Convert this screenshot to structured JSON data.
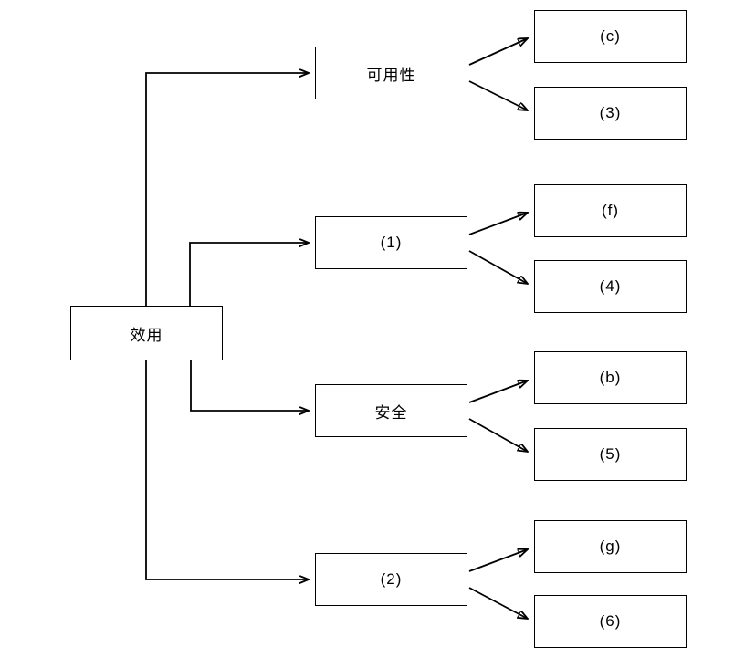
{
  "diagram": {
    "title": "utility-factor-tree",
    "background": "#ffffff",
    "line_color": "#000000",
    "box_border_color": "#000000",
    "text_color": "#000000",
    "root": {
      "label": "效用"
    },
    "level2": [
      {
        "label": "可用性"
      },
      {
        "label": "(1)"
      },
      {
        "label": "安全"
      },
      {
        "label": "(2)"
      }
    ],
    "level3": [
      {
        "label": "(c)"
      },
      {
        "label": "(3)"
      },
      {
        "label": "(f)"
      },
      {
        "label": "(4)"
      },
      {
        "label": "(b)"
      },
      {
        "label": "(5)"
      },
      {
        "label": "(g)"
      },
      {
        "label": "(6)"
      }
    ],
    "edges": [
      {
        "from": "效用",
        "to": "可用性"
      },
      {
        "from": "效用",
        "to": "(1)"
      },
      {
        "from": "效用",
        "to": "安全"
      },
      {
        "from": "效用",
        "to": "(2)"
      },
      {
        "from": "可用性",
        "to": "(c)"
      },
      {
        "from": "可用性",
        "to": "(3)"
      },
      {
        "from": "(1)",
        "to": "(f)"
      },
      {
        "from": "(1)",
        "to": "(4)"
      },
      {
        "from": "安全",
        "to": "(b)"
      },
      {
        "from": "安全",
        "to": "(5)"
      },
      {
        "from": "(2)",
        "to": "(g)"
      },
      {
        "from": "(2)",
        "to": "(6)"
      }
    ]
  }
}
